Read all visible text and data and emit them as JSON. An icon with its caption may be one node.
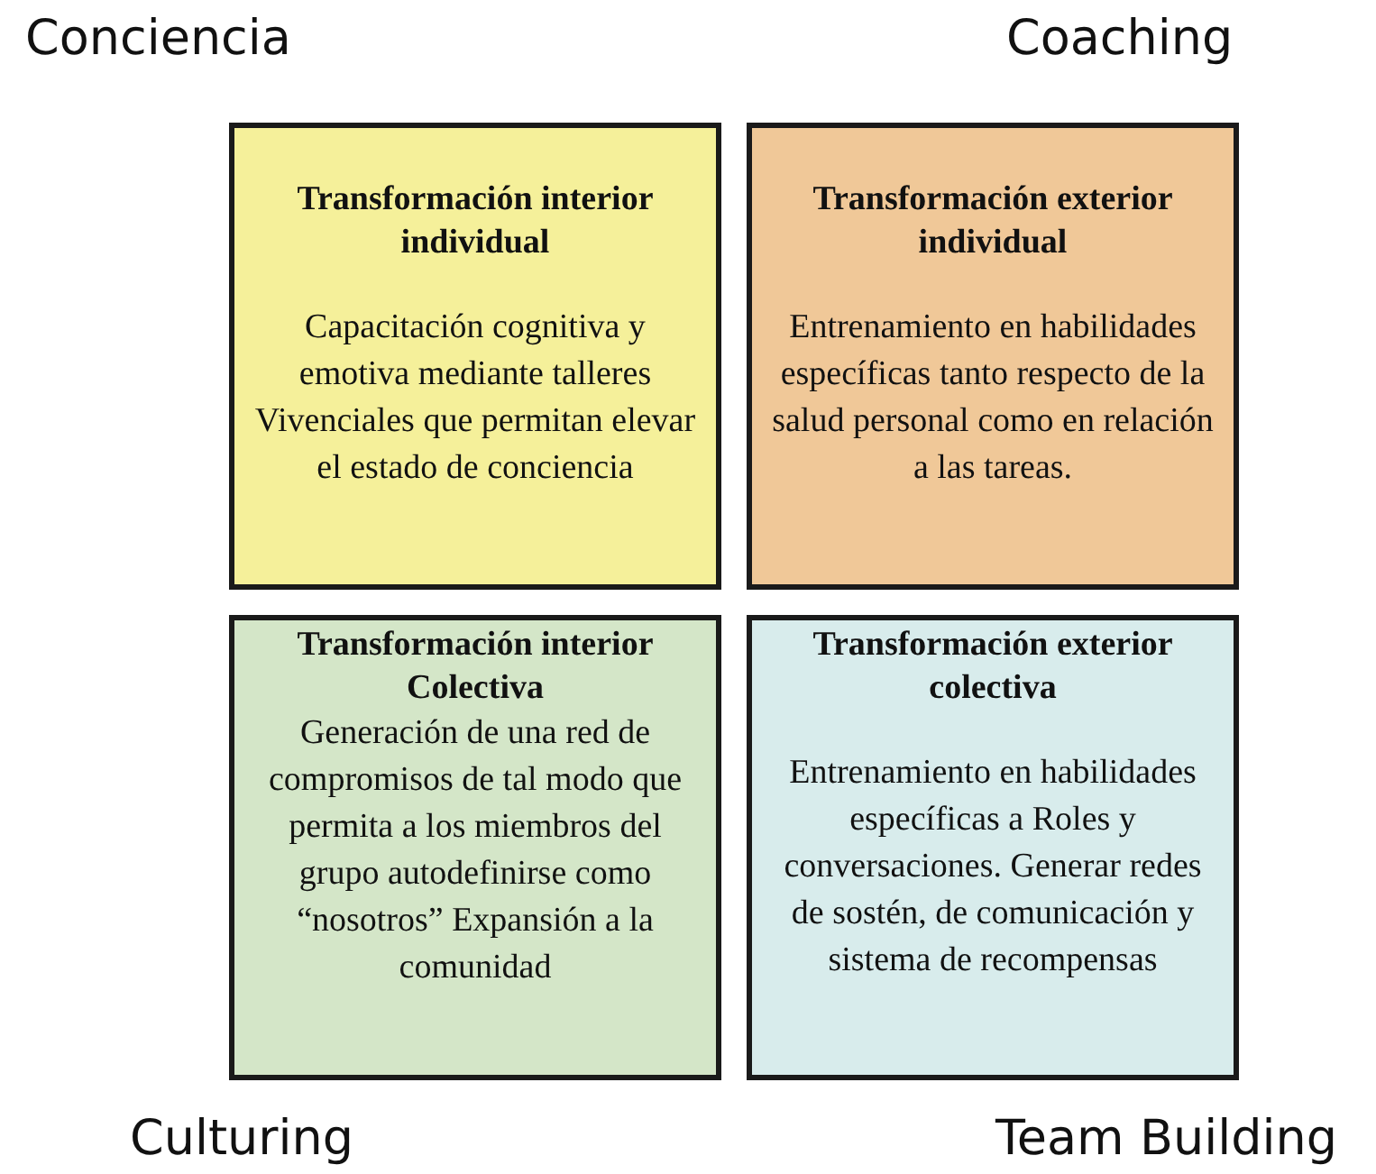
{
  "diagram": {
    "nodes": [
      {
        "text": [
          "Transformación interior individual",
          "Capacitación cognitiva y emotiva mediante talleres Vivenciales que permitan elevar el estado de conciencia"
        ]
      },
      {
        "text": [
          "Transformación exterior individual",
          "Entrenamiento en habilidades específicas tanto respecto de la salud personal como en relación a las tareas."
        ]
      },
      {
        "text": [
          "Transformación interior Colectiva",
          "Generación de una red de compromisos de tal modo que permita a los miembros del grupo autodefinirse como “nosotros” Expansión a la comunidad"
        ]
      },
      {
        "text": [
          "Transformación exterior colectiva",
          "Entrenamiento en habilidades específicas a Roles y conversaciones. Generar redes de sostén, de comunicación y sistema de recompensas"
        ]
      }
    ],
    "labels": [
      "Conciencia",
      "Coaching",
      "Culturing",
      "Team Building"
    ]
  }
}
